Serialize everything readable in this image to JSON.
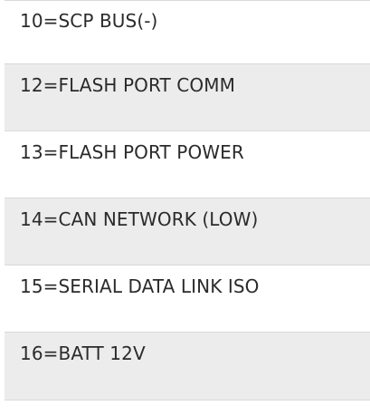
{
  "pin_list": {
    "rows": [
      {
        "text": "10=SCP BUS(-)"
      },
      {
        "text": "12=FLASH PORT COMM"
      },
      {
        "text": "13=FLASH PORT POWER"
      },
      {
        "text": "14=CAN NETWORK (LOW)"
      },
      {
        "text": "15=SERIAL DATA LINK ISO"
      },
      {
        "text": "16=BATT 12V"
      }
    ]
  }
}
